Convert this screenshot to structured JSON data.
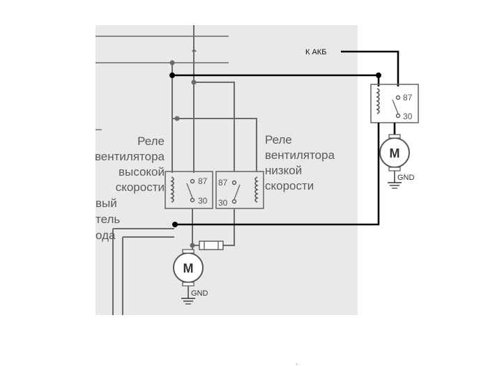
{
  "diagram": {
    "battery_label": "К АКБ",
    "relay_high": {
      "caption_lines": [
        "Реле",
        "вентилятора",
        "высокой",
        "скорости"
      ],
      "pin_87": "87",
      "pin_30": "30"
    },
    "relay_low": {
      "caption_lines": [
        "Реле",
        "вентилятора",
        "низкой",
        "скорости"
      ],
      "pin_87": "87",
      "pin_30": "30"
    },
    "relay_added": {
      "pin_87": "87",
      "pin_30": "30"
    },
    "motor_main": {
      "symbol": "M",
      "ground": "GND"
    },
    "motor_added": {
      "symbol": "M",
      "ground": "GND"
    },
    "cut_text_lines": [
      "вый",
      "тель",
      "ода"
    ],
    "corner_mark": "-"
  }
}
